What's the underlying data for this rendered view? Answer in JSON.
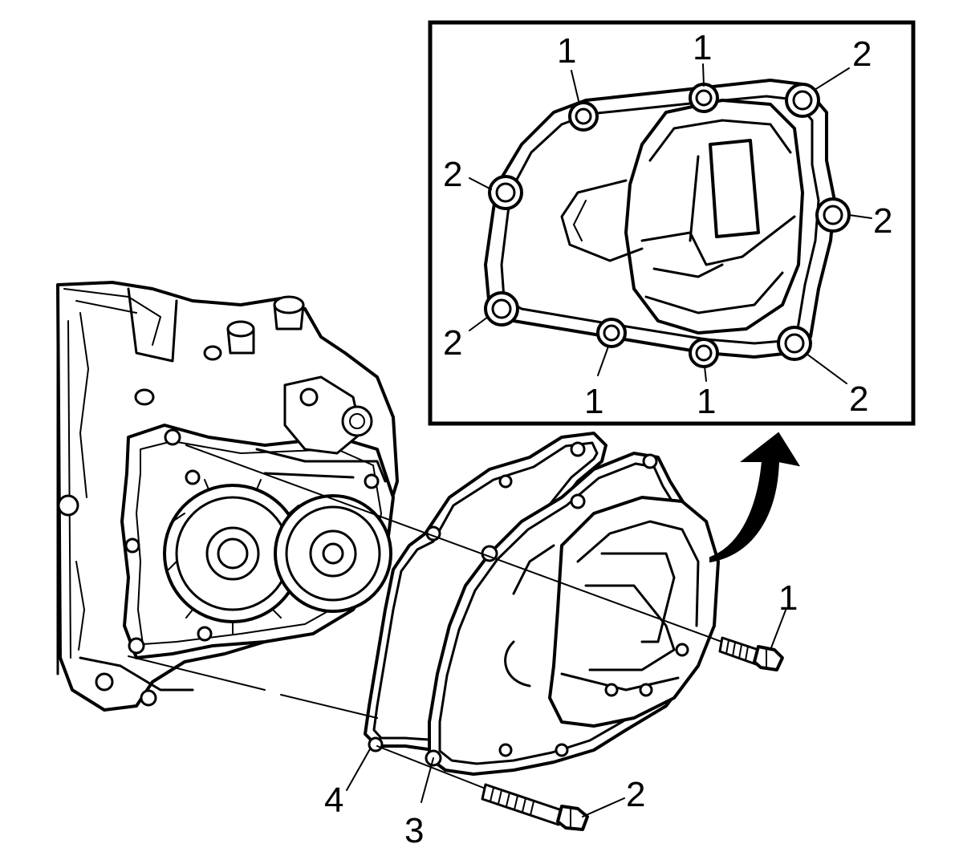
{
  "callouts": {
    "inset_top_1a": "1",
    "inset_top_1b": "1",
    "inset_top_right_2": "2",
    "inset_left_upper_2": "2",
    "inset_right_2": "2",
    "inset_left_lower_2": "2",
    "inset_bottom_1a": "1",
    "inset_bottom_1b": "1",
    "inset_bottom_right_2": "2",
    "main_bolt_1": "1",
    "main_bolt_2": "2",
    "main_cover_3": "3",
    "main_gasket_4": "4"
  }
}
